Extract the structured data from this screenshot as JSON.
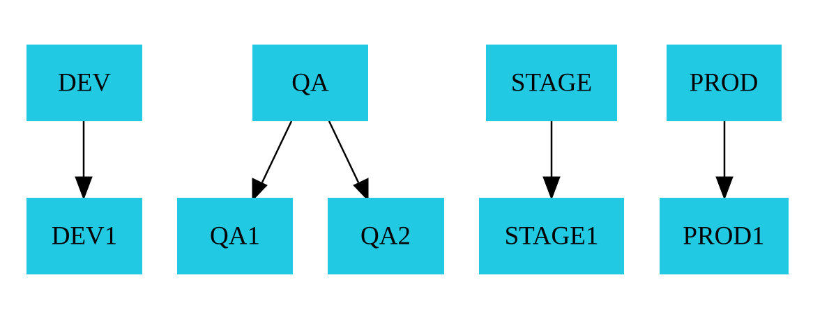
{
  "diagram": {
    "node_color": "#22c9e3",
    "edge_color": "#000000",
    "nodes": {
      "dev": "DEV",
      "qa": "QA",
      "stage": "STAGE",
      "prod": "PROD",
      "dev1": "DEV1",
      "qa1": "QA1",
      "qa2": "QA2",
      "stage1": "STAGE1",
      "prod1": "PROD1"
    },
    "edges": [
      {
        "from": "DEV",
        "to": "DEV1"
      },
      {
        "from": "QA",
        "to": "QA1"
      },
      {
        "from": "QA",
        "to": "QA2"
      },
      {
        "from": "STAGE",
        "to": "STAGE1"
      },
      {
        "from": "PROD",
        "to": "PROD1"
      }
    ]
  }
}
